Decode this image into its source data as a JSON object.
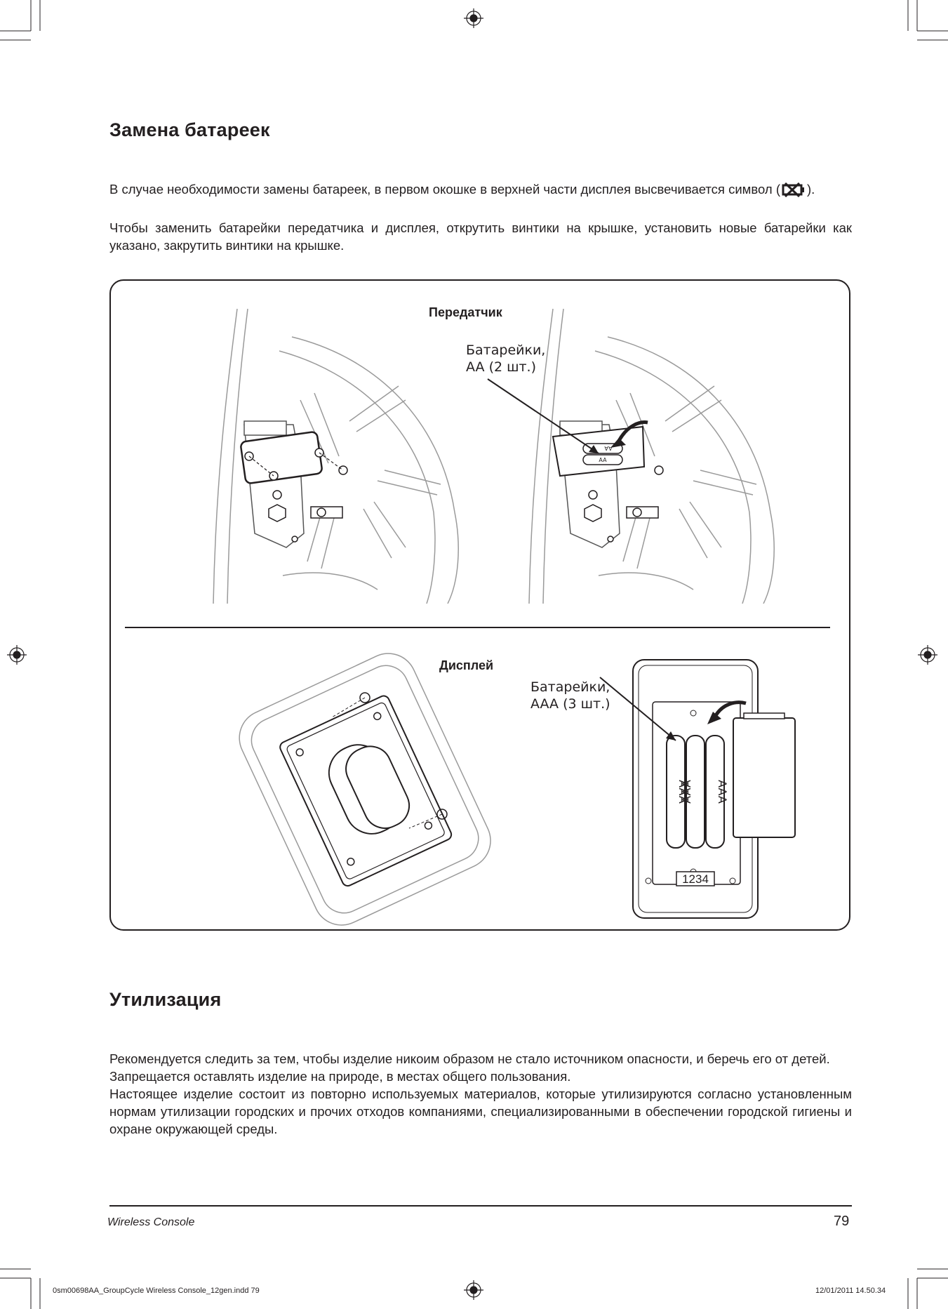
{
  "section1": {
    "heading": "Замена батареек",
    "para1_before": "В случае необходимости замены батареек, в первом окошке в верхней части дисплея высвечивается символ (",
    "para1_after": ").",
    "para2": "Чтобы заменить батарейки передатчика и дисплея, открутить винтики на крышке, установить новые батарейки как указано, закрутить винтики на крышке."
  },
  "figure": {
    "transmitter_title": "Передатчик",
    "transmitter_callout_line1": "Батарейки,",
    "transmitter_callout_line2": "AA (2 шт.)",
    "aa_label": "AA",
    "display_title": "Дисплей",
    "display_callout_line1": "Батарейки,",
    "display_callout_line2": "AAA (3 шт.)",
    "aaa_label": "AAA",
    "display_number": "1234"
  },
  "section2": {
    "heading": "Утилизация",
    "line1": "Рекомендуется следить за тем, чтобы изделие никоим образом не стало источником опасности, и беречь его от детей.",
    "line2": "Запрещается оставлять изделие на природе, в местах общего пользования.",
    "line3": "Настоящее изделие состоит из повторно используемых материалов, которые утилизируются согласно установленным нормам утилизации городских и прочих отходов компаниями, специализированными в обеспечении городской гигиены и охране окружающей среды."
  },
  "footer": {
    "title": "Wireless Console",
    "page_number": "79"
  },
  "slug": {
    "file": "0sm00698AA_GroupCycle Wireless Console_12gen.indd   79",
    "datetime": "12/01/2011   14.50.34"
  }
}
